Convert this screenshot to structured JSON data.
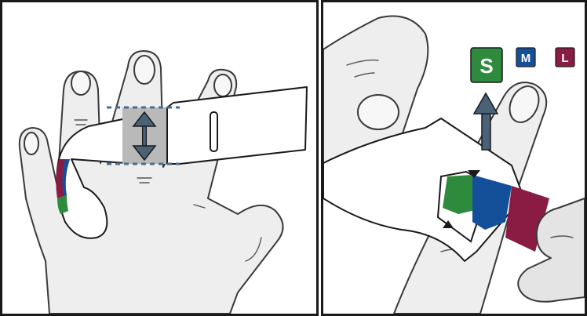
{
  "sizes": {
    "small": {
      "label": "S",
      "color": "#2e8b3e"
    },
    "medium": {
      "label": "M",
      "color": "#14509a"
    },
    "large": {
      "label": "L",
      "color": "#8a1c44"
    }
  },
  "colors": {
    "arrow": "#4a6278",
    "guide_line": "#4a6e8c",
    "measure_zone": "#b9b9b9",
    "outline": "#1a1a1a"
  },
  "icons": [
    "double-headed-arrow-icon",
    "up-arrow-icon",
    "triangle-pointer-icon"
  ]
}
